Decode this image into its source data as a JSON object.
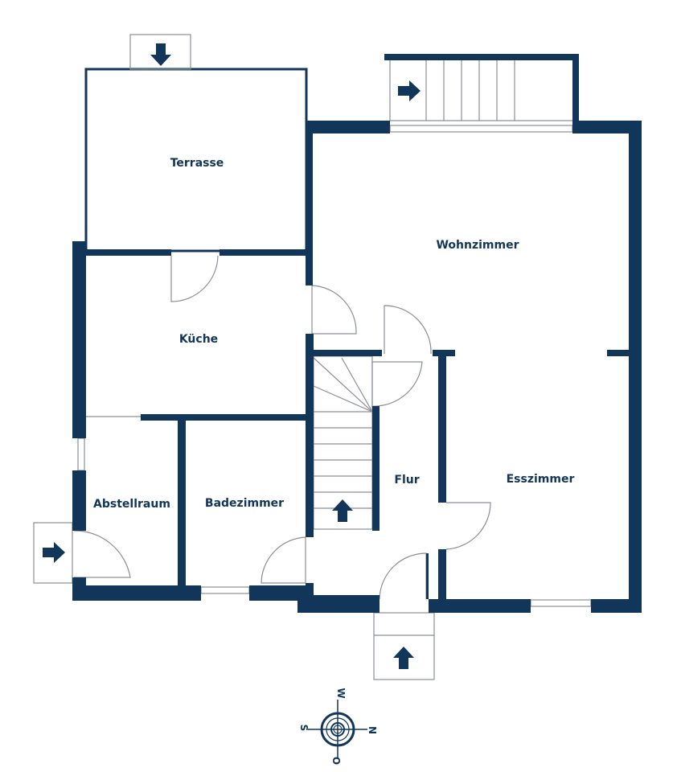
{
  "colors": {
    "wall": "#11365a",
    "thin": "#8a8f96"
  },
  "rooms": [
    {
      "id": "terrasse",
      "label": "Terrasse"
    },
    {
      "id": "wohnzimmer",
      "label": "Wohnzimmer"
    },
    {
      "id": "kueche",
      "label": "Küche"
    },
    {
      "id": "flur",
      "label": "Flur"
    },
    {
      "id": "esszimmer",
      "label": "Esszimmer"
    },
    {
      "id": "abstellraum",
      "label": "Abstellraum"
    },
    {
      "id": "badezimmer",
      "label": "Badezimmer"
    }
  ],
  "compass": {
    "north": "N",
    "south": "S",
    "east": "O",
    "west": "W"
  }
}
